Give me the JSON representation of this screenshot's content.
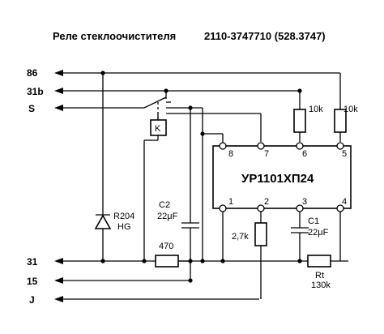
{
  "title": "Реле стеклоочистителя",
  "part_number": "2110-3747710 (528.3747)",
  "terminals": [
    "86",
    "31b",
    "S",
    "31",
    "15",
    "J"
  ],
  "chip": {
    "label": "УР1101ХП24",
    "pins": [
      "1",
      "2",
      "3",
      "4",
      "5",
      "6",
      "7",
      "8"
    ]
  },
  "components": {
    "r_top_left": "10k",
    "r_top_right": "10k",
    "relay_coil": "K",
    "diode_ref": "R204",
    "diode_type": "HG",
    "c2_ref": "C2",
    "c2_value": "22μF",
    "resistor_470": "470",
    "r_2k7": "2,7k",
    "c1_ref": "C1",
    "c1_value": "22μF",
    "rt_ref": "Rt",
    "rt_value": "130k"
  }
}
